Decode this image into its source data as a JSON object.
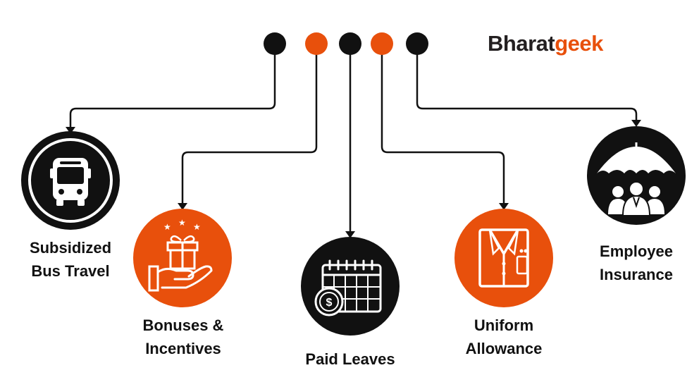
{
  "brand": {
    "name_part1": "Bharat",
    "name_part2": "geek",
    "color_dark": "#231f20",
    "color_accent": "#e8500c"
  },
  "benefits": [
    {
      "label_line1": "Subsidized",
      "label_line2": "Bus Travel",
      "icon": "bus-icon",
      "color": "#000000"
    },
    {
      "label_line1": "Bonuses &",
      "label_line2": "Incentives",
      "icon": "gift-hand-icon",
      "color": "#e8500c"
    },
    {
      "label_line1": "Paid Leaves",
      "label_line2": "",
      "icon": "calendar-money-icon",
      "color": "#000000"
    },
    {
      "label_line1": "Uniform",
      "label_line2": "Allowance",
      "icon": "uniform-shirt-icon",
      "color": "#e8500c"
    },
    {
      "label_line1": "Employee",
      "label_line2": "Insurance",
      "icon": "umbrella-people-icon",
      "color": "#000000"
    }
  ]
}
